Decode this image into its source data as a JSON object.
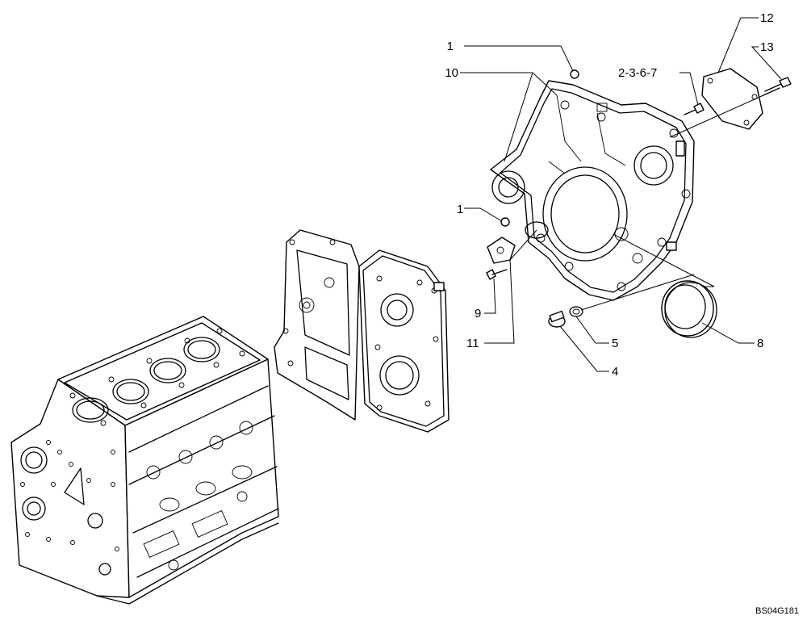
{
  "diagram": {
    "drawing_code": "BS04G181",
    "callouts": [
      "1",
      "10",
      "1",
      "9",
      "11",
      "2-3-6-7",
      "12",
      "13",
      "5",
      "4",
      "8"
    ]
  },
  "parts": {
    "engine_block": "engine-block",
    "gear_housing": "gear-housing",
    "flywheel_housing": "flywheel-housing",
    "seal": "crankshaft-rear-seal",
    "cover_plate": "cover-plate",
    "small_cover": "small-cover"
  }
}
